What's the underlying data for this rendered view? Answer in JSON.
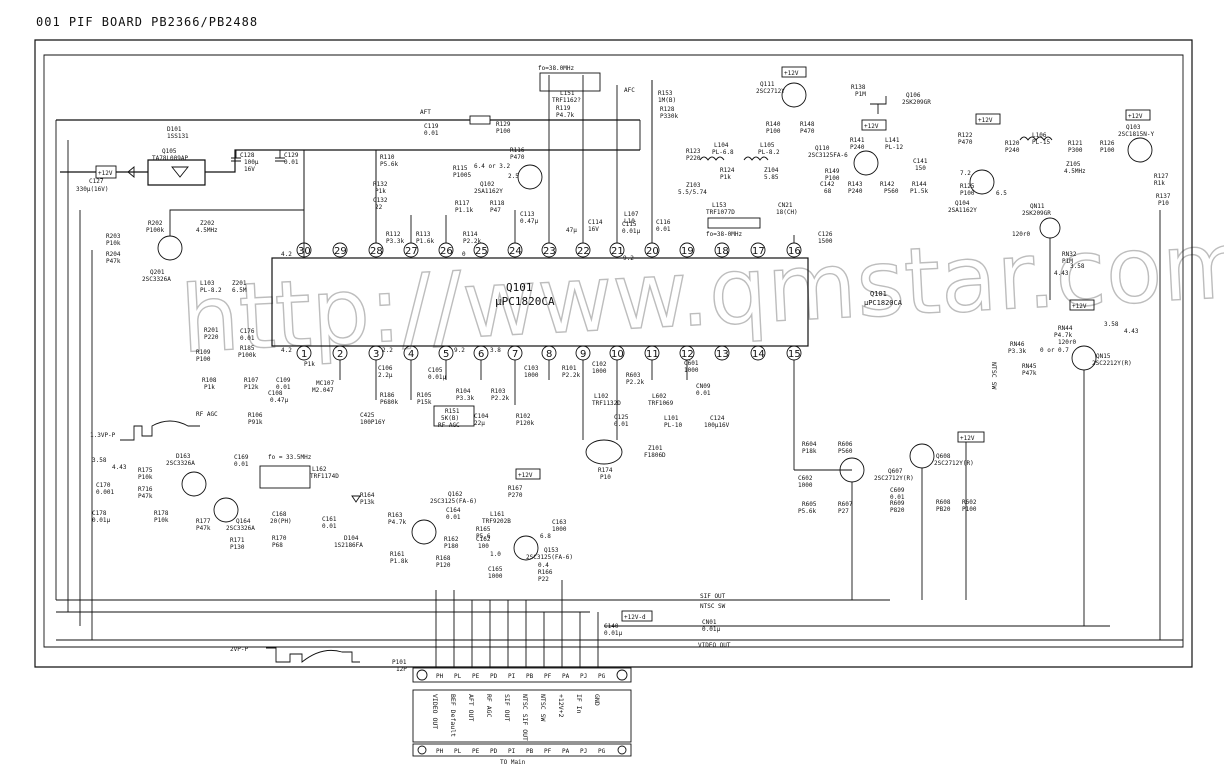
{
  "title": "001 PIF BOARD PB2366/PB2488",
  "watermark": "http://www.qmstar.com",
  "ic": {
    "name": "Q101",
    "part": "µPC1820CA",
    "side_name": "Q101",
    "side_part": "µPC1820CA",
    "top_pins": [
      "30",
      "29",
      "28",
      "27",
      "26",
      "25",
      "24",
      "23",
      "22",
      "21",
      "20",
      "19",
      "18",
      "17",
      "16"
    ],
    "bottom_pins": [
      "1",
      "2",
      "3",
      "4",
      "5",
      "6",
      "7",
      "8",
      "9",
      "10",
      "11",
      "12",
      "13",
      "14",
      "15"
    ]
  },
  "pin_voltages": {
    "p30": "4.2",
    "p25": "0",
    "p22": "47µ",
    "p21": "9.2",
    "p1": "4.2",
    "p3": "2.2",
    "p5": "9.2",
    "p6": "3.8"
  },
  "signals": {
    "afc": "AFC",
    "aft": "AFT",
    "rf_agc": "RF AGC",
    "sif_out": "SIF OUT",
    "ntsc_sw": "NTSC SW",
    "video_out": "VIDEO OUT",
    "ntsc_sw_v": "NTSC SW",
    "rf_agc_box": "RF AGC",
    "waveform1": "1.3VP-P",
    "waveform2": "2VP-P",
    "v358": "3.58",
    "v443": "4.43",
    "v358b": "3.58",
    "v443b": "4.43",
    "v358c": "3.58",
    "v443c": "4.43",
    "v64": "6.4 or 3.2",
    "v25": "2.5",
    "v72": "7.2",
    "v65": "6.5",
    "v68": "6.8",
    "v10": "1.0",
    "v04": "0.4",
    "v0or07": "0 or 0.7",
    "fo38": "fo=38.0MHz",
    "fo38b": "fo=38-0MHz",
    "fo335": "fo = 33.5MHz"
  },
  "supply": {
    "p12a": "+12V",
    "p12b": "+12V",
    "p12c": "+12V",
    "p12d": "+12V",
    "p12e": "+12V",
    "p12f": "+12V",
    "p12g": "+12V",
    "p12h": "+12V",
    "p12v_d": "+12V-d"
  },
  "components": {
    "D101": "D101",
    "D101v": "1SS131",
    "Q105": "Q105",
    "Q105v": "TA78L009AP",
    "C127": "C127",
    "C127v": "330µ(16V)",
    "C128": "C128",
    "C128v": "100µ",
    "C128v2": "16V",
    "C129": "C129",
    "C129v": "0.01",
    "C119": "C119",
    "C119v": "0.01",
    "R129": "R129",
    "R129v": "P100",
    "R110": "R110",
    "R110v": "P5.6k",
    "R132": "R132",
    "R132v": "P1k",
    "C132": "C132",
    "C132v": "22",
    "R116": "R116",
    "R116v": "P470",
    "R115": "R115",
    "R115v": "P1005",
    "Q102": "Q102",
    "Q102v": "2SA1162Y",
    "R117": "R117",
    "R117v": "P1.1k",
    "R118": "R118",
    "R118v": "P47",
    "C113": "C113",
    "C113v": "0.47µ",
    "R119": "R119",
    "R119v": "P4.7k",
    "L151": "L151",
    "L151v": "TRF1162?",
    "R153": "R153",
    "R153v": "1M(B)",
    "R128": "R128",
    "R128v": "P330k",
    "Q111": "Q111",
    "Q111v": "2SC2712Y",
    "R140": "R140",
    "R140v": "P100",
    "R148": "R148",
    "R148v": "P470",
    "R138": "R138",
    "R138v": "P1M",
    "Q106": "Q106",
    "Q106v": "2SK209GR",
    "R141": "R141",
    "R141v": "P240",
    "L141": "L141",
    "L141v": "PL-12",
    "Q110": "Q110",
    "Q110v": "2SC3125FA-6",
    "C141": "C141",
    "C141v": "150",
    "R149": "R149",
    "R149v": "P100",
    "C142": "C142",
    "C142v": "68",
    "R143": "R143",
    "R143v": "P240",
    "R142": "R142",
    "R142v": "P560",
    "R144": "R144",
    "R144v": "P1.5k",
    "Z105": "Z105",
    "Z105v": "4.5MHz",
    "R123": "R123",
    "R123v": "P220",
    "L104": "L104",
    "L104v": "PL-6.8",
    "L105": "L105",
    "L105v": "PL-8.2",
    "R124": "R124",
    "R124v": "P1k",
    "Z103": "Z103",
    "Z103v": "5.5/5.74",
    "Z104": "Z104",
    "Z104v": "5.85",
    "R122": "R122",
    "R122v": "P470",
    "R120": "R120",
    "R120v": "P240",
    "L106": "L106",
    "L106v": "PL-15",
    "R121": "R121",
    "R121v": "P300",
    "R126": "R126",
    "R126v": "P100",
    "Q103": "Q103",
    "Q103v": "2SC1815N-Y",
    "R127": "R127",
    "R127v": "R1k",
    "R125": "R125",
    "R125v": "P100",
    "Q104": "Q104",
    "Q104v": "2SA1162Y",
    "QN11": "QN11",
    "QN11v": "2SK209GR",
    "R137": "R137",
    "R137v": "P10",
    "RN32": "RN32",
    "RN32v": "P1M",
    "RN44": "RN44",
    "RN44v": "P4.7k",
    "RN46": "RN46",
    "RN46v": "P3.3k",
    "RN45": "RN45",
    "RN45v": "P47k",
    "QN15": "QN15",
    "QN15v": "2SC2212Y(R)",
    "R120r0": "120r0",
    "R120r0b": "120r0",
    "R202": "R202",
    "R202v": "P100k",
    "Z202": "Z202",
    "Z202v": "4.5MHz",
    "R203": "R203",
    "R203v": "P10k",
    "R204": "R204",
    "R204v": "P47k",
    "Q201": "Q201",
    "Q201v": "2SC3326A",
    "L103": "L103",
    "L103v": "PL-8.2",
    "Z201": "Z201",
    "Z201v": "6.5M",
    "R201": "R201",
    "R201v": "P220",
    "C176": "C176",
    "C176v": "0.01",
    "R185": "R185",
    "R185v": "P100k",
    "R109": "R109",
    "R109v": "P100",
    "R108": "R108",
    "R108v": "P1k",
    "R107": "R107",
    "R107v": "P12k",
    "C109": "C109",
    "C109v": "0.01",
    "C108": "C108",
    "C108v": "0.47µ",
    "MC107": "MC107",
    "MC107v": "M2.047",
    "C106": "C106",
    "C106v": "2.2µ",
    "R186": "R186",
    "R186v": "P680k",
    "R105": "R105",
    "R105v": "P15k",
    "C105": "C105",
    "C105v": "0.01µ",
    "R104": "R104",
    "R104v": "P3.3k",
    "R103": "R103",
    "R103v": "P2.2k",
    "R151": "R151",
    "R151v": "5K(B)",
    "C104": "C104",
    "C104v": "22µ",
    "C425": "C425",
    "C425v": "100P16Y",
    "R106": "R106",
    "R106v": "P91k",
    "R102": "R102",
    "R102v": "P120k",
    "C103": "C103",
    "C103v": "1000",
    "R101": "R101",
    "R101v": "P2.2k",
    "C102": "C102",
    "C102v": "1000",
    "R603": "R603",
    "R603v": "P2.2k",
    "C601": "C601",
    "C601v": "1000",
    "CN09": "CN09",
    "CN09v": "0.01",
    "L102": "L102",
    "L102v": "TRF1132D",
    "L602": "L602",
    "L602v": "TRF1069",
    "C125": "C125",
    "C125v": "0.01",
    "L101": "L101",
    "L101v": "PL-10",
    "C124": "C124",
    "C124v": "100µ16V",
    "Z101": "Z101",
    "Z101v": "F1806D",
    "R174": "R174",
    "R174v": "P10",
    "R112": "R112",
    "R112v": "P3.3k",
    "R113": "R113",
    "R113v": "P1.6k",
    "R114": "R114",
    "R114v": "P2.2k",
    "C114": "C114",
    "C114v": "16V",
    "L107": "L107",
    "L107v": "L10",
    "C115": "C115",
    "C115v": "0.01µ",
    "C116": "C116",
    "C116v": "0.01",
    "L153": "L153",
    "L153v": "TRF1077D",
    "CN21": "CN21",
    "CN21v": "18(CH)",
    "C126": "C126",
    "C126v": "1500",
    "D163": "D163",
    "D163v": "2SC3326A",
    "R175": "R175",
    "R175v": "P10k",
    "R716": "R716",
    "R716v": "P47k",
    "C170": "C170",
    "C170v": "0.001",
    "C178": "C178",
    "C178v": "0.01µ",
    "R178": "R178",
    "R178v": "P10k",
    "R177": "R177",
    "R177v": "P47k",
    "Q164": "Q164",
    "Q164v": "2SC3326A",
    "C169": "C169",
    "C169v": "0.01",
    "L162": "L162",
    "L162v": "TRF1174D",
    "C168": "C168",
    "C168v": "20(PH)",
    "R171": "R171",
    "R171v": "P130",
    "R170": "R170",
    "R170v": "P68",
    "R164": "R164",
    "R164v": "P13k",
    "D104": "D104",
    "D104v": "1S2186FA",
    "C161": "C161",
    "C161v": "0.01",
    "R163": "R163",
    "R163v": "P4.7k",
    "R161": "R161",
    "R161v": "P1.8k",
    "Q162": "Q162",
    "Q162v": "2SC3125(FA-6)",
    "C164": "C164",
    "C164v": "0.01",
    "R162": "R162",
    "R162v": "P180",
    "R168": "R168",
    "R168v": "P120",
    "C162": "C162",
    "C162v": "100",
    "L161": "L161",
    "L161v": "TRF9202B",
    "R165": "R165",
    "R165v": "P5.6",
    "R167": "R167",
    "R167v": "P270",
    "C163": "C163",
    "C163v": "1000",
    "Q153": "Q153",
    "Q153v": "2SC3125(FA-6)",
    "C165": "C165",
    "C165v": "1000",
    "R166": "R166",
    "R166v": "P22",
    "R604": "R604",
    "R604v": "P18k",
    "R606": "R606",
    "R606v": "P560",
    "C602": "C602",
    "C602v": "1000",
    "Q607": "Q607",
    "Q607v": "2SC2712Y(R)",
    "Q608": "Q608",
    "Q608v": "2SC2712Y(R)",
    "C609": "C609",
    "C609v": "0.01",
    "R609": "R609",
    "R609v": "P820",
    "R605": "R605",
    "R605v": "P5.6k",
    "R607": "R607",
    "R607v": "P27",
    "R608": "R608",
    "R608v": "PB20",
    "R602": "R602",
    "R602v": "P100",
    "C140": "C140",
    "C140v": "0.01µ",
    "CN01": "CN01",
    "CN01v": "0.01µ"
  },
  "connector": {
    "name": "P101",
    "pins_label": "12P",
    "top_pins": [
      "PH",
      "PL",
      "PE",
      "PD",
      "PI",
      "PB",
      "PF",
      "PA",
      "PJ",
      "PG"
    ],
    "bottom_pins": [
      "PH",
      "PL",
      "PE",
      "PD",
      "PI",
      "PB",
      "PF",
      "PA",
      "PJ",
      "PG"
    ],
    "signals": [
      "VIDEO OUT",
      "BEF Default",
      "AFT OUT",
      "RF AGC",
      "SIF OUT",
      "NTSC SIF OUT",
      "NTSC SW",
      "+12V+2",
      "IF In",
      "GND"
    ],
    "to": "TO Main"
  }
}
